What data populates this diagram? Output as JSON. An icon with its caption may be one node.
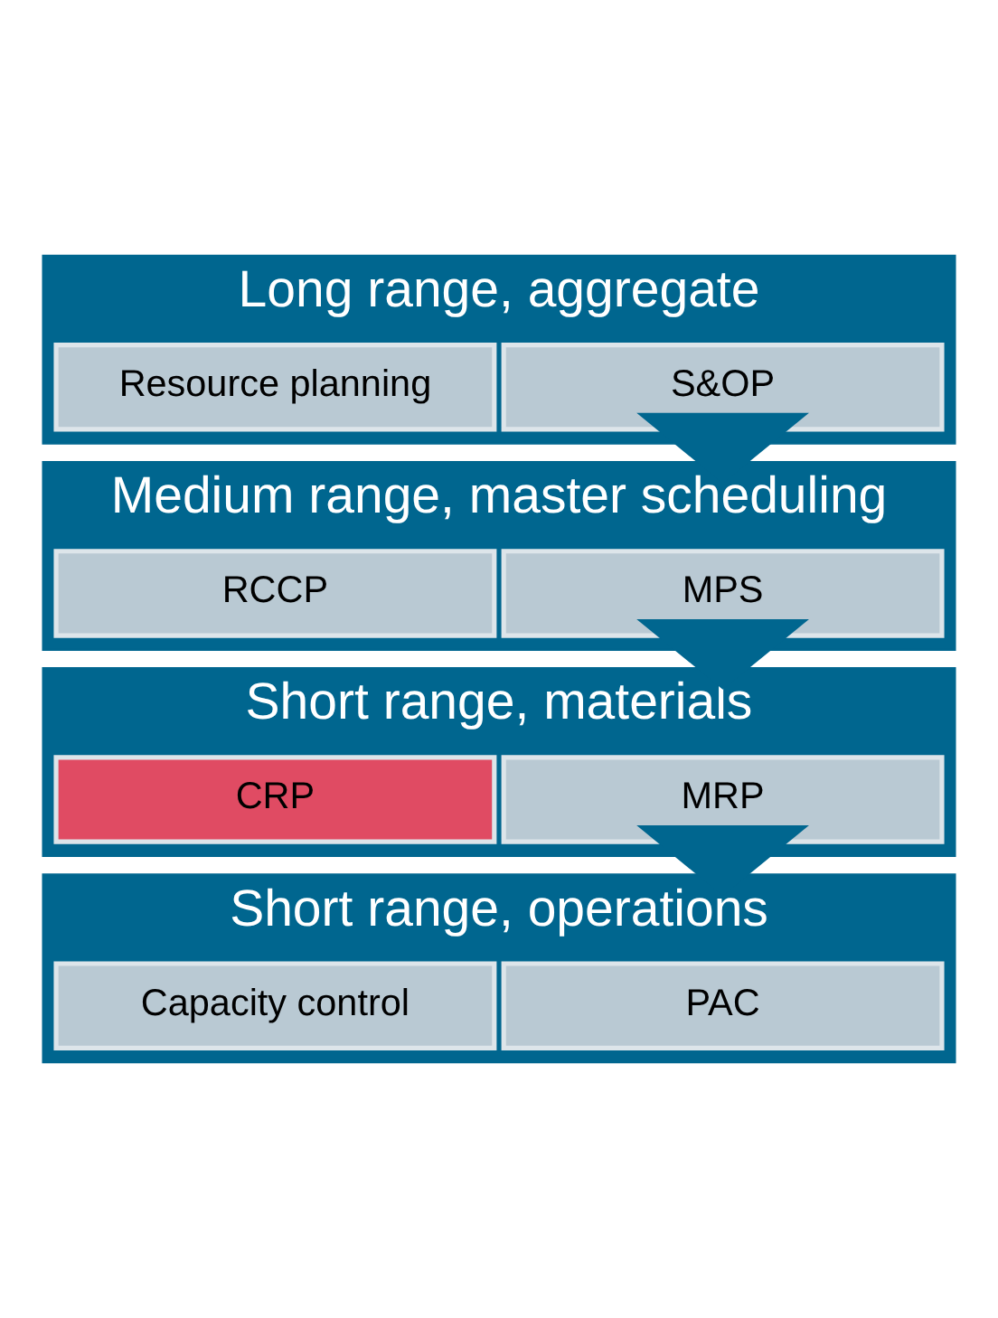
{
  "diagram": {
    "nodes": [
      {
        "text": [
          "Long range, aggregate"
        ]
      },
      {
        "text": [
          "S&OP"
        ],
        "in": 0
      },
      {
        "text": [
          "Resource planning"
        ],
        "in": 0
      },
      {
        "text": [
          "Medium range, master scheduling"
        ]
      },
      {
        "text": [
          "MPS"
        ],
        "in": 3
      },
      {
        "text": [
          "RCCP"
        ],
        "in": 3
      },
      {
        "text": [
          "Short range, materials"
        ]
      },
      {
        "text": [
          "MRP"
        ],
        "in": 6
      },
      {
        "text": [
          "CRP"
        ],
        "in": 6
      },
      {
        "text": [
          "Short range, operations"
        ]
      },
      {
        "text": [
          "PAC"
        ],
        "in": 9
      },
      {
        "text": [
          "Capacity control"
        ],
        "in": 9
      }
    ],
    "edges": [
      {
        "from": 0,
        "to": 3,
        "arrow": "to",
        "style": "thick"
      },
      {
        "from": 3,
        "to": 6,
        "arrow": "to",
        "style": "thick"
      },
      {
        "from": 6,
        "to": 9,
        "arrow": "to",
        "style": "thick"
      }
    ]
  }
}
